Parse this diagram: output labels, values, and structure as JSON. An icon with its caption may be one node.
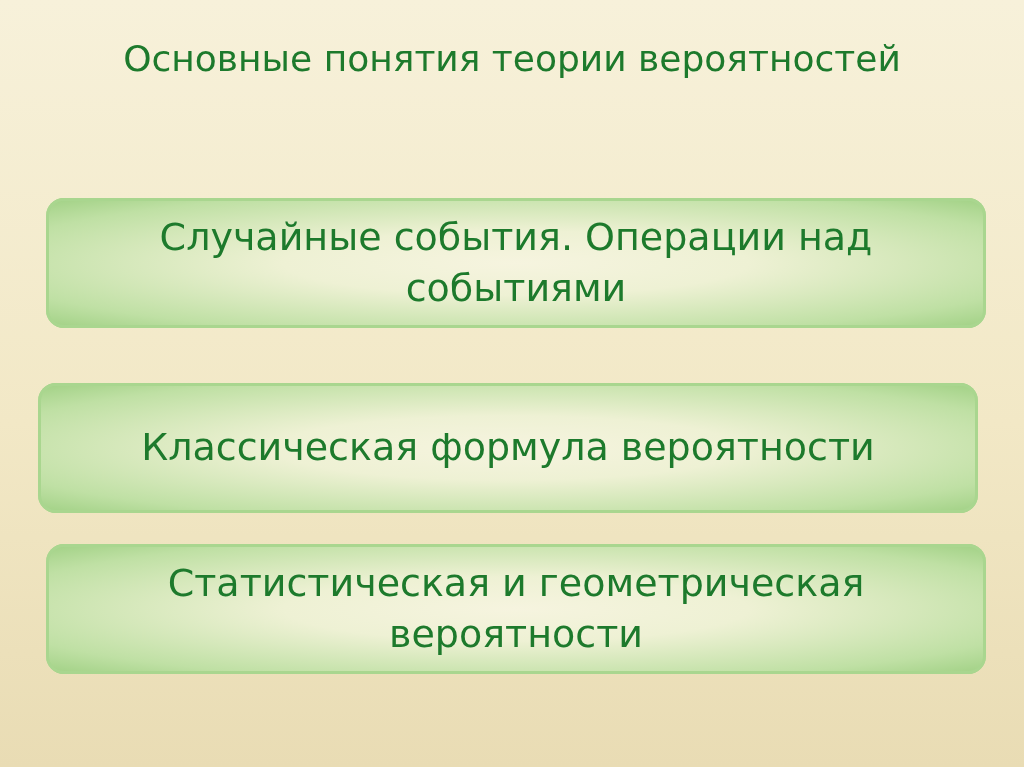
{
  "diagram": {
    "title": "Основные понятия теории вероятностей",
    "nodes": [
      {
        "text": [
          "Случайные события. Операции над событиями"
        ]
      },
      {
        "text": [
          "Классическая формула вероятности"
        ]
      },
      {
        "text": [
          "Статистическая и геометрическая вероятности"
        ]
      }
    ]
  }
}
